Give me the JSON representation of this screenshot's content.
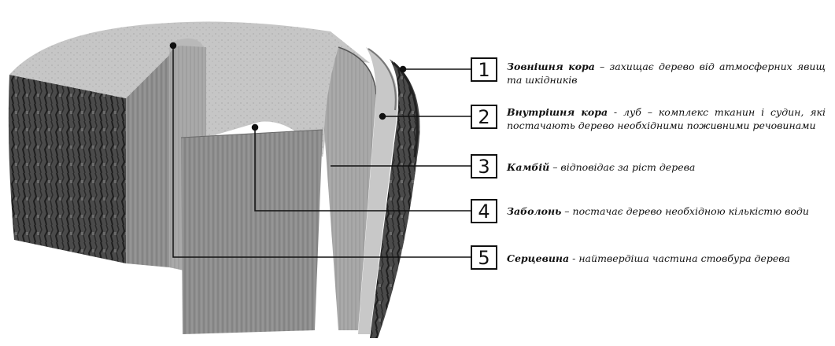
{
  "labels": [
    {
      "number": "1",
      "term": "Зовнішня кора",
      "sep": " – ",
      "text": "захищає дерево від атмосферних явищ та шкідників"
    },
    {
      "number": "2",
      "term": "Внутрішня кора",
      "sep": " - ",
      "text": "луб – комплекс тканин і судин, які постачають дерево необхідними поживними речовинами"
    },
    {
      "number": "3",
      "term": "Камбій",
      "sep": " – ",
      "text": "відповідає за ріст дерева"
    },
    {
      "number": "4",
      "term": "Заболонь",
      "sep": " – ",
      "text": "постачає дерево необхідною кількістю води"
    },
    {
      "number": "5",
      "term": "Серцевина",
      "sep": " - ",
      "text": "найтвердіша частина стовбура дерева"
    }
  ],
  "colors": {
    "bark": "#3a3a3a",
    "wood_face": "#8a8a8a",
    "end_grain": "#c9c9c9",
    "line": "#111111"
  }
}
